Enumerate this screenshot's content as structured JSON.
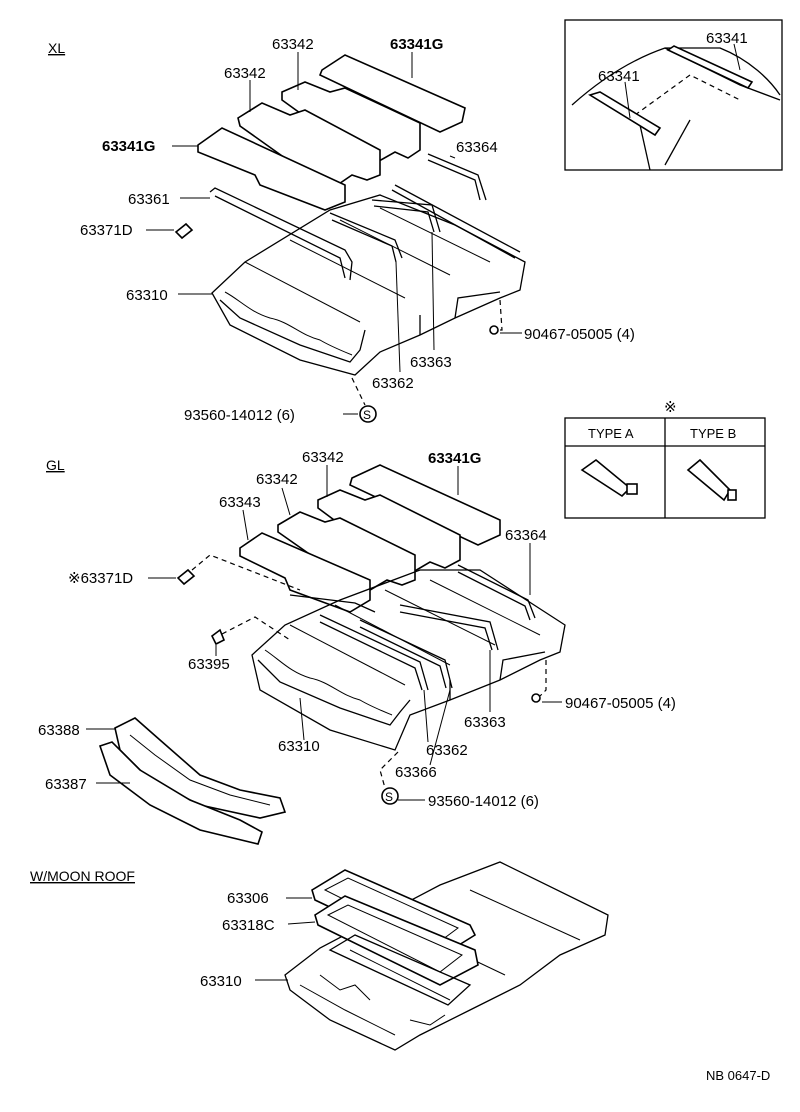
{
  "sections": {
    "xl": "XL",
    "gl": "GL",
    "moonroof": "W/MOON ROOF"
  },
  "xl": {
    "p63342a": "63342",
    "p63341g_top": "63341G",
    "p63342b": "63342",
    "p63341g_left": "63341G",
    "p63364": "63364",
    "p63361": "63361",
    "p63371d": "63371D",
    "p63310": "63310",
    "p90467": "90467-05005 (4)",
    "p63363": "63363",
    "p63362": "63362",
    "p93560": "93560-14012 (6)"
  },
  "inset": {
    "p63341_right": "63341",
    "p63341_left": "63341"
  },
  "type_box": {
    "mark": "※",
    "type_a": "TYPE A",
    "type_b": "TYPE B"
  },
  "gl": {
    "p63342a": "63342",
    "p63341g": "63341G",
    "p63342b": "63342",
    "p63343": "63343",
    "p63364": "63364",
    "p63371d": "※63371D",
    "p63395": "63395",
    "p90467": "90467-05005 (4)",
    "p63388": "63388",
    "p63363": "63363",
    "p63310": "63310",
    "p63362": "63362",
    "p63387": "63387",
    "p63366": "63366",
    "p93560": "93560-14012 (6)"
  },
  "moonroof": {
    "p63306": "63306",
    "p63318c": "63318C",
    "p63310": "63310"
  },
  "footer": {
    "code": "NB 0647-D"
  }
}
